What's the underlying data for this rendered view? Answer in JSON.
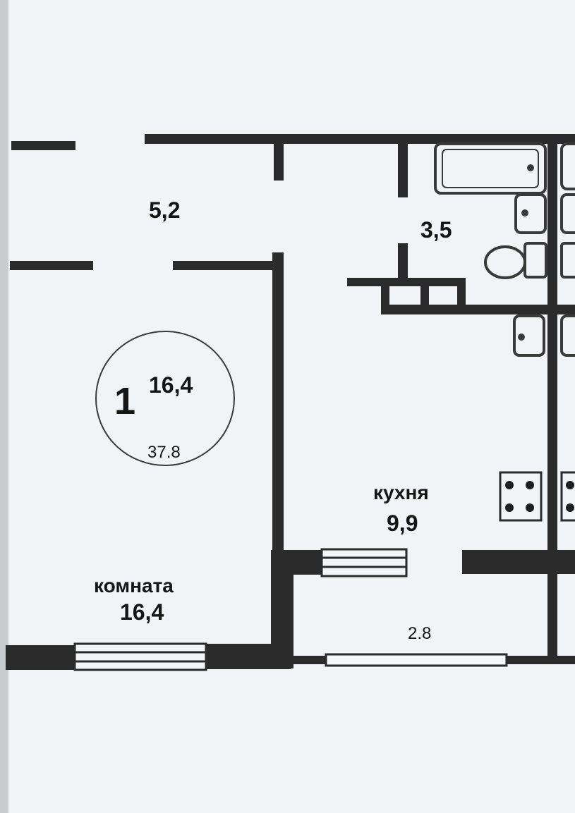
{
  "plan": {
    "corridor_area": "5,2",
    "bathroom_area": "3,5",
    "badge": {
      "rooms": "1",
      "living_area": "16,4",
      "total_area": "37.8"
    },
    "kitchen": {
      "name": "кухня",
      "area": "9,9"
    },
    "room": {
      "name": "комната",
      "area": "16,4"
    },
    "balcony_area": "2.8"
  },
  "colors": {
    "background": "#f1f3f6",
    "wall": "#2b2b2b",
    "fixture": "#3a3a3a"
  }
}
